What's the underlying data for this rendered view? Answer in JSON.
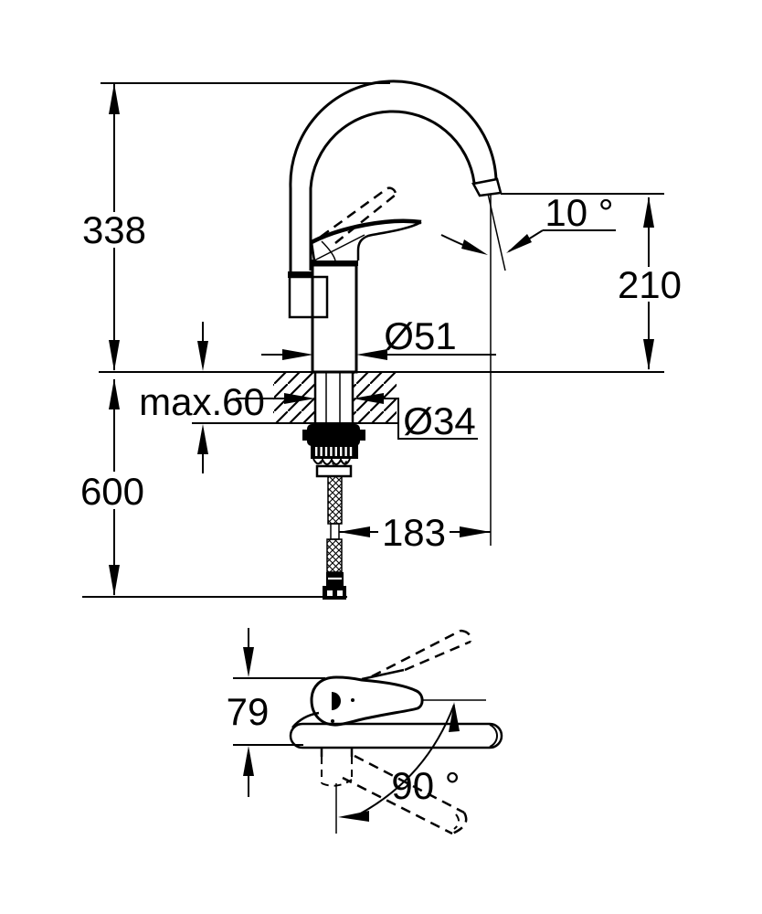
{
  "labels": {
    "overall_height": "338",
    "spout_height": "210",
    "spout_angle": "10 °",
    "body_diameter": "Ø51",
    "max_deck_thickness": "max.60",
    "shank_diameter": "Ø34",
    "hose_length": "600",
    "spout_reach": "183",
    "handle_depth": "79",
    "swivel_angle": "90 °"
  },
  "colors": {
    "ink": "#000000",
    "background": "#ffffff"
  }
}
